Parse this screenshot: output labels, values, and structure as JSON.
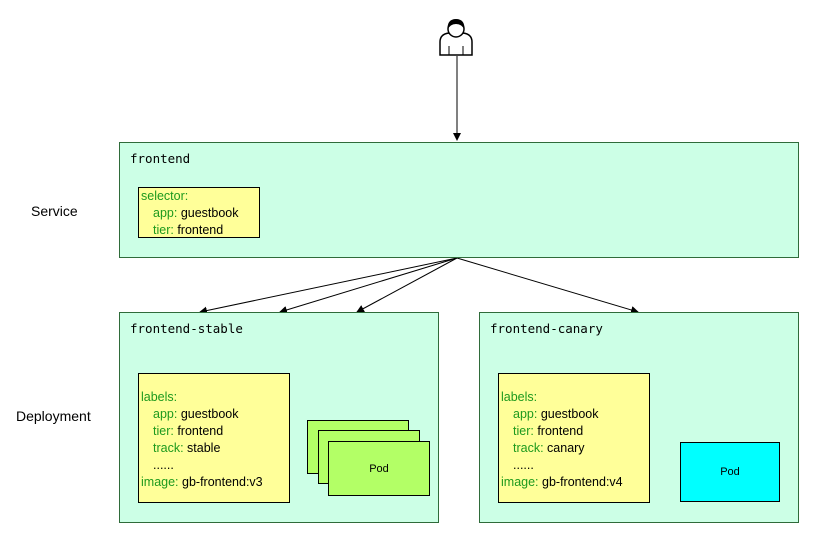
{
  "colors": {
    "box_fill": "#ccffe6",
    "note_fill": "#ffff99",
    "stable_pod_fill": "#b3ff66",
    "canary_pod_fill": "#00ffff",
    "key_text": "#1e9a1e"
  },
  "user": {
    "icon": "user-icon"
  },
  "rows": {
    "service_label": "Service",
    "deployment_label": "Deployment"
  },
  "service": {
    "title": "frontend",
    "selector": {
      "heading": "selector:",
      "lines": [
        {
          "key": "app:",
          "value": " guestbook"
        },
        {
          "key": "tier:",
          "value": " frontend"
        }
      ]
    }
  },
  "stable": {
    "title": "frontend-stable",
    "labels": {
      "heading": "labels:",
      "lines": [
        {
          "key": "app:",
          "value": " guestbook"
        },
        {
          "key": "tier:",
          "value": " frontend"
        },
        {
          "key": "track:",
          "value": " stable"
        },
        {
          "key": "",
          "value": "......"
        }
      ],
      "image_key": "image:",
      "image_value": " gb-frontend:v3"
    },
    "pod_label": "Pod"
  },
  "canary": {
    "title": "frontend-canary",
    "labels": {
      "heading": "labels:",
      "lines": [
        {
          "key": "app:",
          "value": " guestbook"
        },
        {
          "key": "tier:",
          "value": " frontend"
        },
        {
          "key": "track:",
          "value": " canary"
        },
        {
          "key": "",
          "value": "......"
        }
      ],
      "image_key": "image:",
      "image_value": " gb-frontend:v4"
    },
    "pod_label": "Pod"
  }
}
